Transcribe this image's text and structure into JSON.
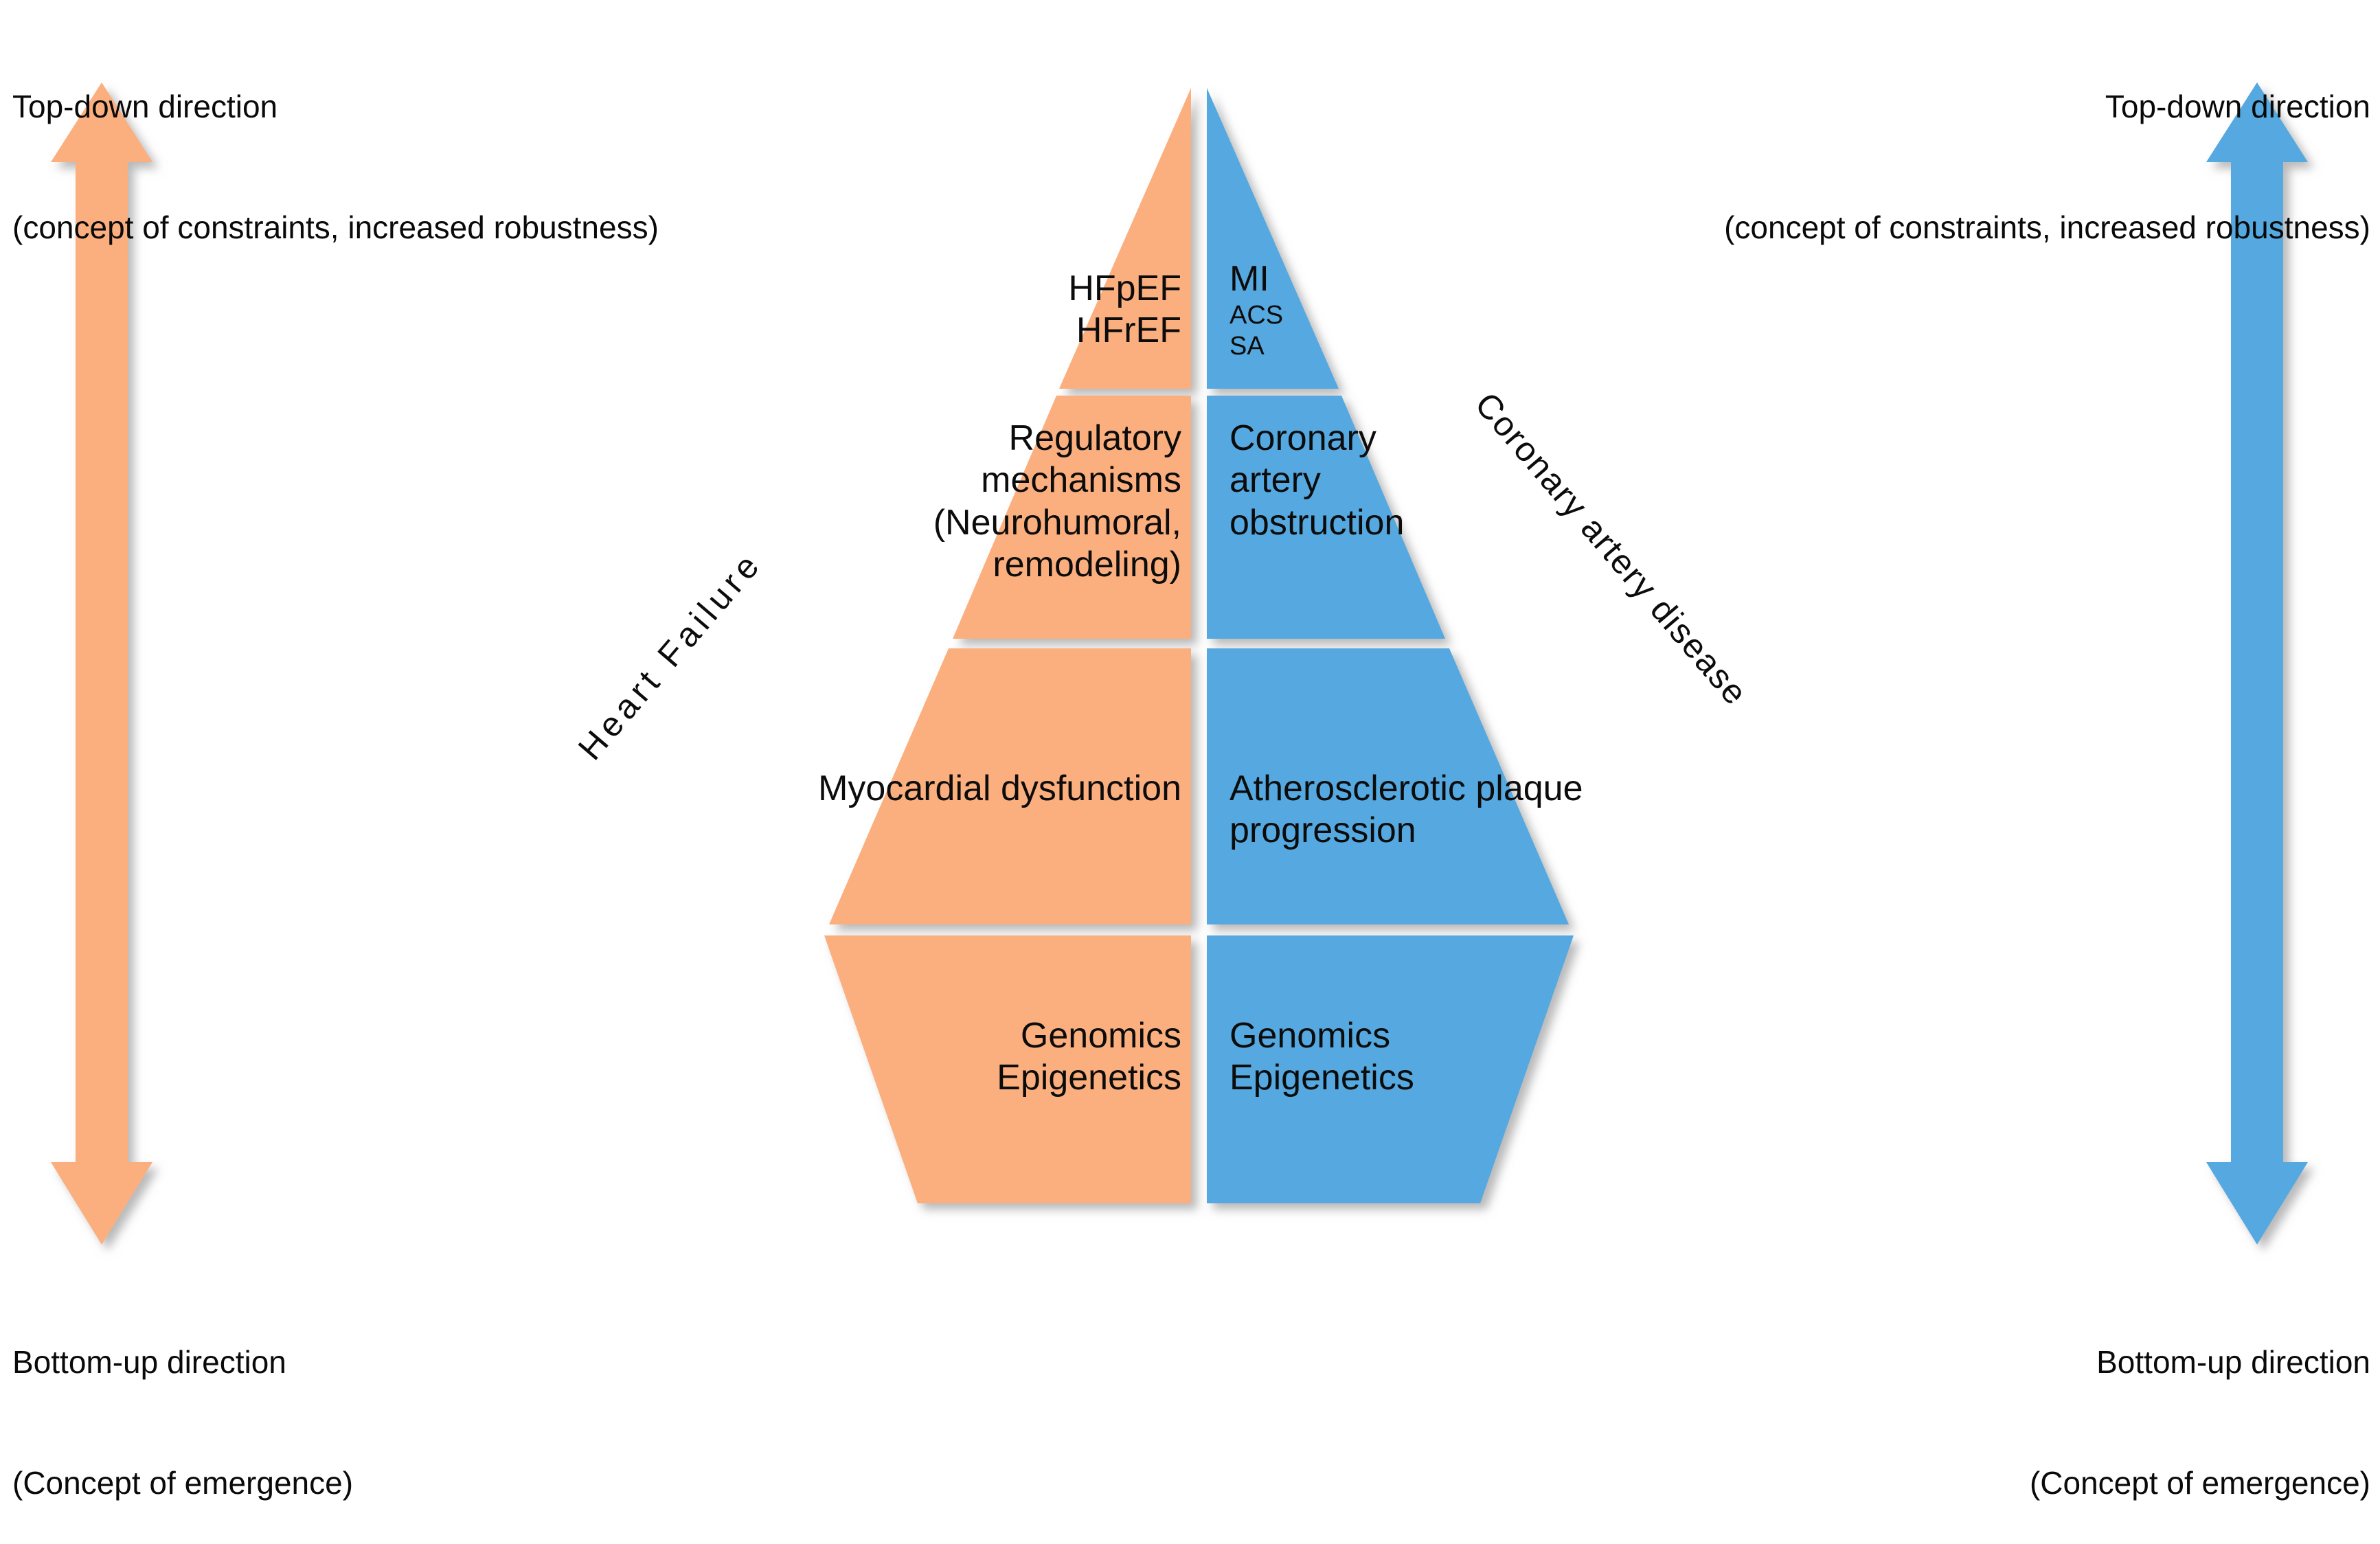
{
  "colors": {
    "orange": "#FBAF7E",
    "orange_shadow": "#d8cfc9",
    "blue": "#54A9E0",
    "blue_shadow": "#cfd4d8",
    "separator": "#FFFFFF",
    "background": "#FFFFFF",
    "text": "#0C0C0C"
  },
  "captions": {
    "top_left": {
      "line1": "Top-down direction",
      "line2": "(concept of constraints, increased robustness)"
    },
    "top_right": {
      "line1": "Top-down direction",
      "line2": "(concept of constraints, increased robustness)"
    },
    "bottom_left": {
      "line1": "Bottom-up direction",
      "line2": "(Concept of emergence)"
    },
    "bottom_right": {
      "line1": "Bottom-up direction",
      "line2": "(Concept of emergence)"
    }
  },
  "arrows": {
    "left": {
      "name": "double-headed vertical arrow",
      "color": "#FBAF7E",
      "direction": "up-down"
    },
    "right": {
      "name": "double-headed vertical arrow",
      "color": "#54A9E0",
      "direction": "up-down"
    }
  },
  "pyramid": {
    "left_side_label": "Heart Failure",
    "right_side_label": "Coronary artery disease",
    "tiers": [
      {
        "level": 1,
        "left": {
          "lines": [
            "HFpEF",
            "HFrEF"
          ],
          "sizes": [
            "big",
            "big"
          ]
        },
        "right": {
          "lines": [
            "MI",
            "ACS",
            "SA"
          ],
          "sizes": [
            "big",
            "small",
            "small"
          ]
        }
      },
      {
        "level": 2,
        "left": {
          "lines": [
            "Regulatory",
            "mechanisms",
            "(Neurohumoral,",
            "remodeling)"
          ],
          "sizes": [
            "big",
            "big",
            "big",
            "big"
          ]
        },
        "right": {
          "lines": [
            "Coronary",
            "artery",
            "obstruction"
          ],
          "sizes": [
            "big",
            "big",
            "big"
          ]
        }
      },
      {
        "level": 3,
        "left": {
          "lines": [
            "Myocardial dysfunction"
          ],
          "sizes": [
            "big"
          ]
        },
        "right": {
          "lines": [
            "Atherosclerotic plaque",
            "progression"
          ],
          "sizes": [
            "big",
            "big"
          ]
        }
      },
      {
        "level": 4,
        "left": {
          "lines": [
            "Genomics",
            "Epigenetics"
          ],
          "sizes": [
            "big",
            "big"
          ]
        },
        "right": {
          "lines": [
            "Genomics",
            "Epigenetics"
          ],
          "sizes": [
            "big",
            "big"
          ]
        }
      }
    ]
  }
}
